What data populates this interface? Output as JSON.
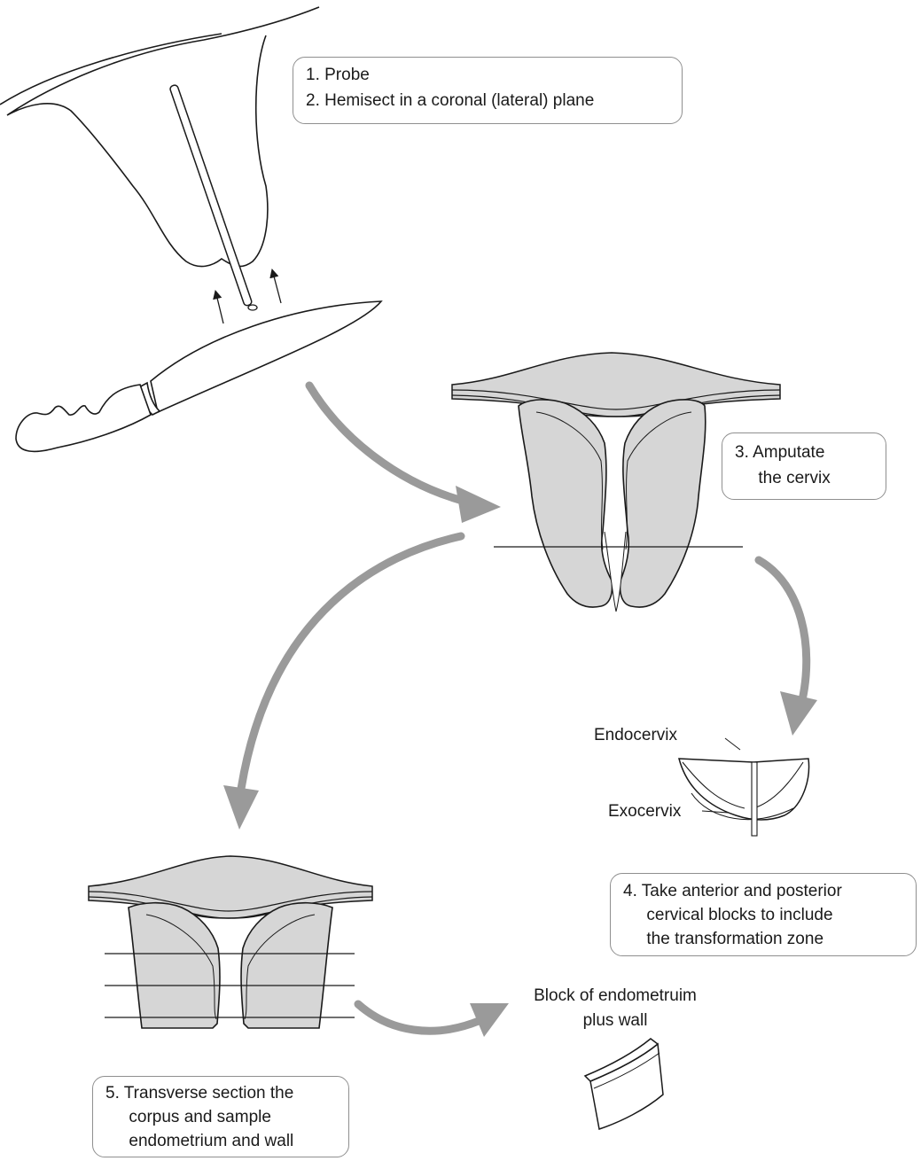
{
  "steps": [
    {
      "lines": [
        "1.  Probe",
        "2.  Hemisect in a coronal (lateral) plane"
      ]
    },
    {
      "lines": [
        "3.  Amputate",
        "     the cervix"
      ]
    },
    {
      "lines": [
        "4.  Take anterior and posterior",
        "     cervical blocks to include",
        "     the transformation zone"
      ]
    },
    {
      "lines": [
        "5.  Transverse section the",
        "     corpus and sample",
        "     endometrium and wall"
      ]
    }
  ],
  "labels": {
    "endocervix": "Endocervix",
    "exocervix": "Exocervix",
    "block_line1": "Block of endometruim",
    "block_line2": "plus wall"
  },
  "colors": {
    "tissue_fill": "#d6d6d6",
    "flow_arrow": "#9a9a9a",
    "outline": "#1a1a1a",
    "box_border": "#8f8f8f"
  }
}
